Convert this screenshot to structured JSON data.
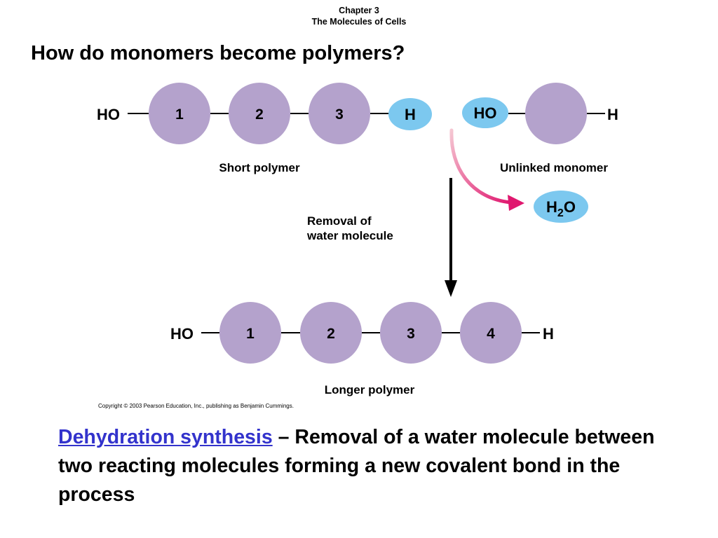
{
  "header": {
    "chapter": "Chapter 3",
    "subtitle": "The Molecules of Cells"
  },
  "slide_title": "How do monomers become polymers?",
  "diagram": {
    "short_polymer": {
      "left_group": "HO",
      "monomers": [
        "1",
        "2",
        "3"
      ],
      "right_group": "H",
      "label": "Short polymer"
    },
    "unlinked_monomer": {
      "left_group": "HO",
      "right_group": "H",
      "label": "Unlinked monomer"
    },
    "process_label": {
      "line1": "Removal of",
      "line2": "water molecule"
    },
    "water": {
      "h": "H",
      "sub": "2",
      "o": "O"
    },
    "longer_polymer": {
      "left_group": "HO",
      "monomers": [
        "1",
        "2",
        "3",
        "4"
      ],
      "right_group": "H",
      "label": "Longer polymer"
    }
  },
  "copyright": "Copyright © 2003 Pearson Education, Inc., publishing as Benjamin Cummings.",
  "definition": {
    "term": "Dehydration synthesis",
    "text": " – Removal of a water molecule between two reacting molecules forming a new covalent bond in the process"
  },
  "colors": {
    "monomer": "#b4a2cc",
    "hydrogen_group": "#7cc8ef",
    "arrow_gradient_start": "#f5c6d2",
    "arrow_gradient_end": "#e0186f",
    "link": "#3333cc"
  }
}
